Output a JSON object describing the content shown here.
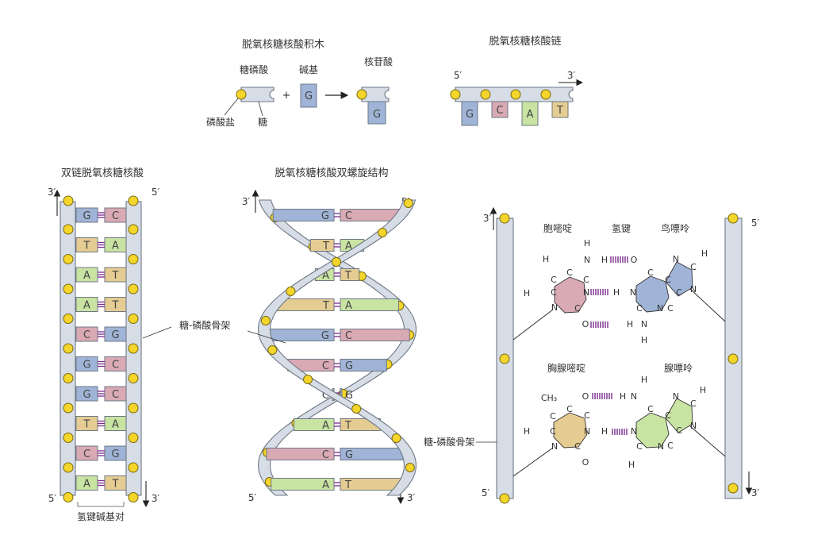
{
  "panels": {
    "block_title": "脱氧核糖核酸积木",
    "chain_title": "脱氧核糖核酸链",
    "double_title": "双链脱氧核糖核酸",
    "helix_title": "脱氧核糖核酸双螺旋结构"
  },
  "block": {
    "sugar_phosphate": "糖磷酸",
    "base": "碱基",
    "nucleotide": "核苷酸",
    "phosphate": "磷酸盐",
    "sugar": "糖",
    "plus": "+",
    "base_letter": "G",
    "nucleotide_letter": "G"
  },
  "chain": {
    "end5": "5′",
    "end3": "3′",
    "bases": [
      "G",
      "C",
      "A",
      "T"
    ]
  },
  "double": {
    "left_top": "3′",
    "right_top": "5′",
    "left_bottom": "5′",
    "right_bottom": "3′",
    "backbone_label": "糖-磷酸骨架",
    "pair_label": "氢键碱基对",
    "pairs": [
      [
        "G",
        "C"
      ],
      [
        "T",
        "A"
      ],
      [
        "A",
        "T"
      ],
      [
        "A",
        "T"
      ],
      [
        "C",
        "G"
      ],
      [
        "G",
        "C"
      ],
      [
        "G",
        "C"
      ],
      [
        "T",
        "A"
      ],
      [
        "C",
        "G"
      ],
      [
        "A",
        "T"
      ]
    ]
  },
  "helix": {
    "left_top": "3′",
    "right_top": "5′",
    "left_bottom": "5′",
    "right_bottom": "3′",
    "pairs": [
      [
        "G",
        "C"
      ],
      [
        "T",
        "A"
      ],
      [
        "A",
        "T"
      ],
      [
        "T",
        "A"
      ],
      [
        "G",
        "C"
      ],
      [
        "C",
        "G"
      ],
      [
        "C",
        "G"
      ],
      [
        "A",
        "T"
      ],
      [
        "C",
        "G"
      ],
      [
        "A",
        "T"
      ]
    ]
  },
  "chem": {
    "left_top": "3′",
    "left_bottom": "5′",
    "right_top": "5′",
    "right_bottom": "3′",
    "backbone_label": "糖-磷酸骨架",
    "cytosine": "胞嘧啶",
    "h_bond": "氢键",
    "guanine": "鸟嘌呤",
    "thymine": "胸腺嘧啶",
    "adenine": "腺嘌呤",
    "ch3": "CH₃"
  },
  "colors": {
    "G": "#9fb4d6",
    "C": "#d9aab4",
    "A": "#c9e3a2",
    "T": "#e5cc92",
    "hbond": "#7b2d8e",
    "backbone": "#d7dde6",
    "phosphate": "#f4d52b"
  }
}
